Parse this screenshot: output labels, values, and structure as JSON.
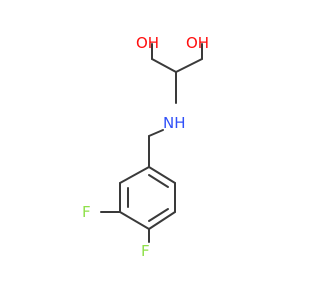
{
  "molecule": {
    "atoms": {
      "oh_left": {
        "text": "OH",
        "color": "#ff0d0d"
      },
      "oh_right": {
        "text": "OH",
        "color": "#ff0d0d"
      },
      "nh": {
        "text": "NH",
        "color": "#3050f8"
      },
      "f_left": {
        "text": "F",
        "color": "#8fe04a"
      },
      "f_bottom": {
        "text": "F",
        "color": "#8fe04a"
      }
    },
    "bond_color": "#3a3a3a"
  }
}
